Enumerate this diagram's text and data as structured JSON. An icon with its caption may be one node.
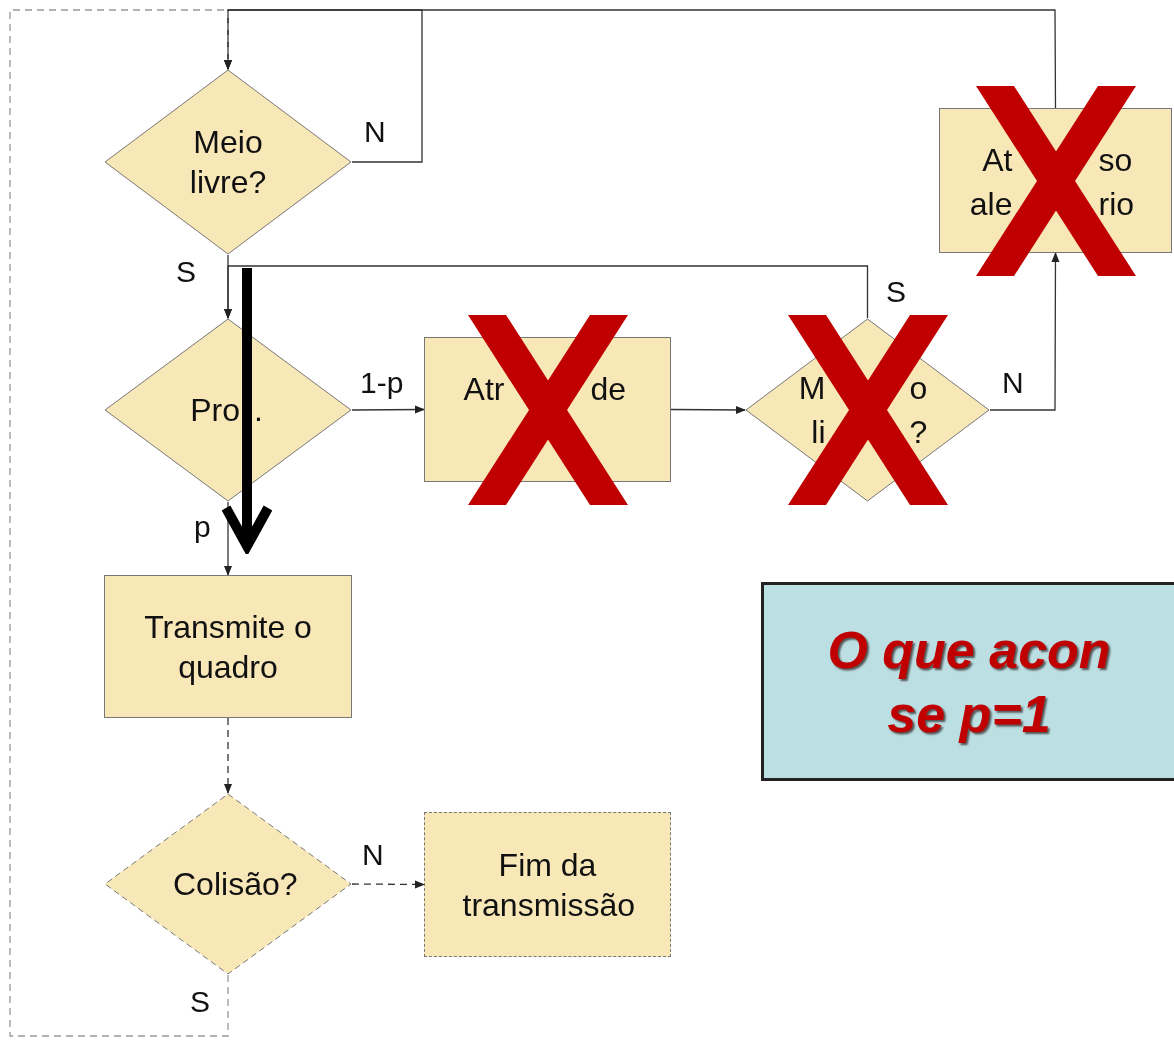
{
  "diagram": {
    "nodes": [
      {
        "text": [
          "Meio livre?"
        ]
      },
      {
        "text": [
          "Pro",
          "."
        ]
      },
      {
        "text": [
          "Atr",
          "de"
        ]
      },
      {
        "text": [
          "M",
          "o",
          "li",
          "?"
        ]
      },
      {
        "text": [
          "At",
          "so",
          "ale",
          "rio"
        ]
      },
      {
        "text": [
          "Transmite o quadro"
        ]
      },
      {
        "text": [
          "Colisão?"
        ]
      },
      {
        "text": [
          "Fim da transmissão"
        ]
      },
      {
        "text": [
          "O que acon se p=1"
        ]
      }
    ],
    "edges": [
      {
        "from": 4,
        "to": 0,
        "arrow": "to"
      },
      {
        "from": 0,
        "to": 0,
        "arrow": "to",
        "label": "N"
      },
      {
        "from": 0,
        "to": 1,
        "arrow": "to",
        "label": "S"
      },
      {
        "from": 3,
        "to": 1,
        "arrow": "to",
        "label": "S"
      },
      {
        "from": 1,
        "to": 2,
        "arrow": "to",
        "label": "1-p"
      },
      {
        "from": 2,
        "to": 3,
        "arrow": "to"
      },
      {
        "from": 3,
        "to": 4,
        "arrow": "to",
        "label": "N"
      },
      {
        "from": 1,
        "to": 5,
        "arrow": "to",
        "label": "p"
      },
      {
        "from": 5,
        "to": 6,
        "arrow": "to",
        "style": "dashed"
      },
      {
        "from": 6,
        "to": 7,
        "arrow": "to",
        "style": "dashed",
        "label": "N"
      },
      {
        "from": 6,
        "to": 0,
        "arrow": "to",
        "style": "dashed",
        "color": "#999999",
        "label": "S"
      }
    ]
  }
}
